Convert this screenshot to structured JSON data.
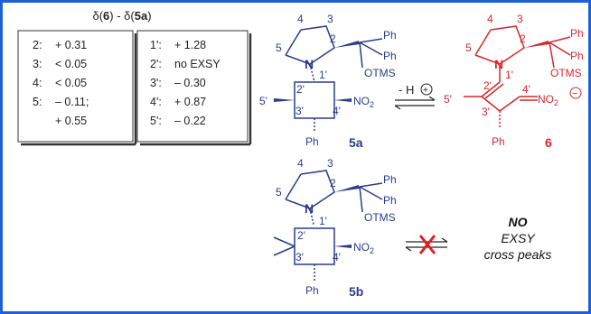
{
  "table": {
    "header_delta1": "δ(",
    "header_6": "6",
    "header_mid": ") - δ(",
    "header_5a": "5a",
    "header_end": ")",
    "left_rows": [
      {
        "pos": "2:",
        "val": "+ 0.31"
      },
      {
        "pos": "3:",
        "val": "< 0.05"
      },
      {
        "pos": "4:",
        "val": "< 0.05"
      },
      {
        "pos": "5:",
        "val": "– 0.11;"
      },
      {
        "pos": "",
        "val": "+ 0.55"
      }
    ],
    "right_rows": [
      {
        "pos": "1':",
        "val": "+ 1.28"
      },
      {
        "pos": "2':",
        "val": "no EXSY"
      },
      {
        "pos": "3':",
        "val": "– 0.30"
      },
      {
        "pos": "4':",
        "val": "+ 0.87"
      },
      {
        "pos": "5':",
        "val": "– 0.22"
      }
    ]
  },
  "mol_5a": {
    "label": "5a",
    "ring": {
      "n4": "4",
      "n3": "3",
      "n5": "5",
      "n2": "2",
      "N": "N"
    },
    "ph_top": "Ph",
    "ph_mid": "Ph",
    "otms": "OTMS",
    "c1": "1'",
    "c2": "2'",
    "c5": "5'",
    "c3": "3'",
    "c4": "4'",
    "no2": "NO",
    "no2_sub": "2",
    "ph_bottom": "Ph"
  },
  "equilibrium": {
    "minus_h": "- H",
    "charge": "+"
  },
  "mol_6": {
    "label": "6",
    "ring": {
      "n4": "4",
      "n3": "3",
      "n5": "5",
      "n2": "2",
      "N": "N"
    },
    "ph_top": "Ph",
    "ph_mid": "Ph",
    "otms": "OTMS",
    "c1": "1'",
    "c2": "2'",
    "c5": "5'",
    "c3": "3'",
    "c4": "4'",
    "no2": "NO",
    "no2_sub": "2",
    "charge": "−",
    "ph_bottom": "Ph"
  },
  "mol_5b": {
    "label": "5b",
    "ring": {
      "n4": "4",
      "n3": "3",
      "n5": "5",
      "n2": "2",
      "N": "N"
    },
    "ph_top": "Ph",
    "ph_mid": "Ph",
    "otms": "OTMS",
    "c1": "1'",
    "c2": "2'",
    "c3": "3'",
    "c4": "4'",
    "no2": "NO",
    "no2_sub": "2",
    "ph_bottom": "Ph"
  },
  "no_exsy": {
    "line1": "NO",
    "line2": "EXSY",
    "line3": "cross peaks"
  },
  "colors": {
    "border": "#1d5fd6",
    "structure": "#2a3b8f",
    "highlight": "#d7262e"
  }
}
